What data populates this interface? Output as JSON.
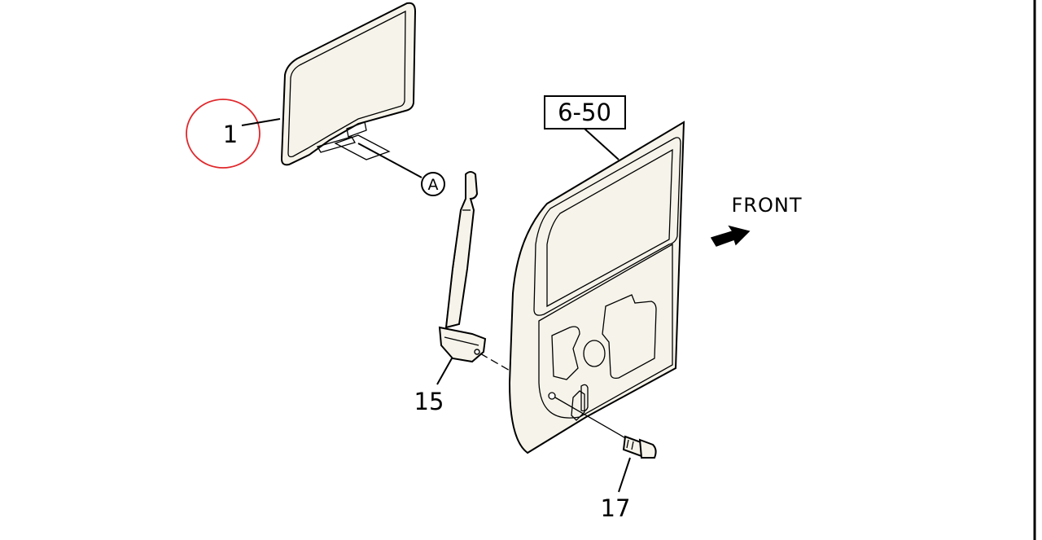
{
  "callouts": {
    "part1": "1",
    "part15": "15",
    "part17": "17",
    "ref_box": "6-50",
    "ref_a": "A",
    "front": "FRONT"
  },
  "colors": {
    "highlight": "#e0282c",
    "part_fill": "#f6f4ea",
    "ink": "#000000"
  },
  "icons": {
    "front_arrow": "front-arrow-icon"
  }
}
